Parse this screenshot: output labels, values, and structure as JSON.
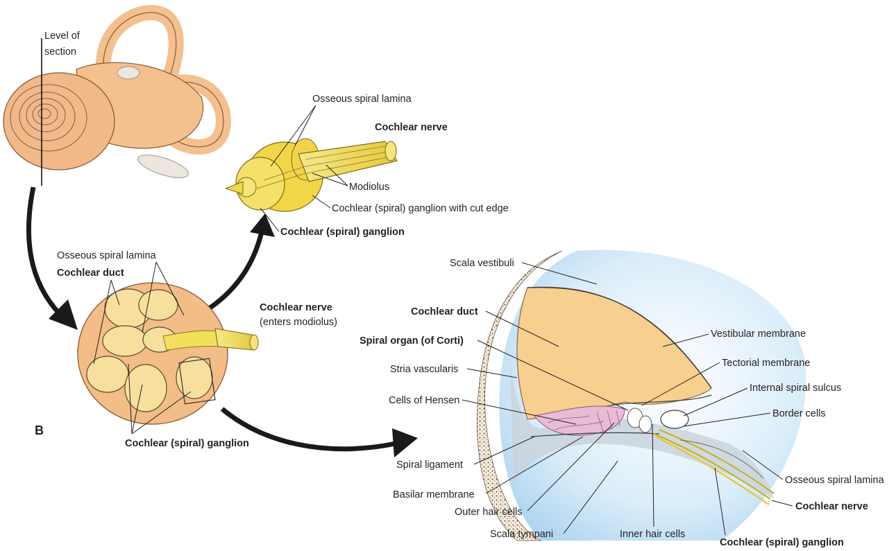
{
  "panel_letter": "B",
  "labels": {
    "level_of_section_1": "Level of",
    "level_of_section_2": "section",
    "osseous_spiral_lamina_top": "Osseous spiral lamina",
    "cochlear_nerve_top": "Cochlear nerve",
    "modiolus": "Modiolus",
    "ganglion_cut_edge": "Cochlear (spiral) ganglion with cut edge",
    "cochlear_ganglion_top": "Cochlear (spiral) ganglion",
    "osseous_spiral_lamina_mid": "Osseous spiral lamina",
    "cochlear_duct_mid": "Cochlear duct",
    "cochlear_nerve_mid": "Cochlear nerve",
    "enters_modiolus": "(enters modiolus)",
    "cochlear_ganglion_mid": "Cochlear (spiral) ganglion",
    "scala_vestibuli": "Scala vestibuli",
    "cochlear_duct_right": "Cochlear duct",
    "spiral_organ": "Spiral organ (of Corti)",
    "stria_vascularis": "Stria vascularis",
    "cells_of_hensen": "Cells of Hensen",
    "spiral_ligament": "Spiral ligament",
    "basilar_membrane": "Basilar membrane",
    "outer_hair_cells": "Outer hair cells",
    "scala_tympani": "Scala tympani",
    "inner_hair_cells": "Inner hair cells",
    "cochlear_ganglion_right": "Cochlear (spiral) ganglion",
    "cochlear_nerve_right": "Cochlear nerve",
    "osseous_spiral_lamina_right": "Osseous spiral lamina",
    "border_cells": "Border cells",
    "internal_spiral_sulcus": "Internal spiral sulcus",
    "tectorial_membrane": "Tectorial membrane",
    "vestibular_membrane": "Vestibular membrane"
  },
  "colors": {
    "labyrinth": "#f3c08e",
    "labyrinth_edge": "#8a5a34",
    "nerve": "#f2df5c",
    "nerve_edge": "#8a7a1e",
    "duct_fill": "#f7cf8f",
    "fluid_blue": "#cfe6f5",
    "bone": "#c9d3dc",
    "arrow": "#1a1a1a"
  }
}
